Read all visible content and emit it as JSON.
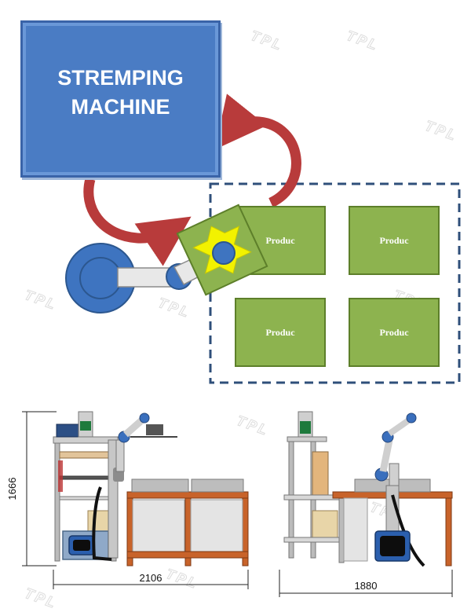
{
  "machine": {
    "label": "STREMPING\nMACHINE"
  },
  "products": [
    {
      "label": "Produc"
    },
    {
      "label": "Produc"
    },
    {
      "label": "Produc"
    },
    {
      "label": "Produc"
    }
  ],
  "dimensions": {
    "height_left": "1666",
    "width_left": "2106",
    "width_right": "1880"
  },
  "watermark": {
    "text": "TPL"
  },
  "colors": {
    "machine_blue": "#4a7cc4",
    "product_green": "#8db34f",
    "gripper_yellow": "#f2f200",
    "robot_blue": "#3e74c0",
    "arrow_red": "#b83b3b",
    "dashed_border": "#2f4f7a",
    "table_orange": "#c8632a"
  }
}
